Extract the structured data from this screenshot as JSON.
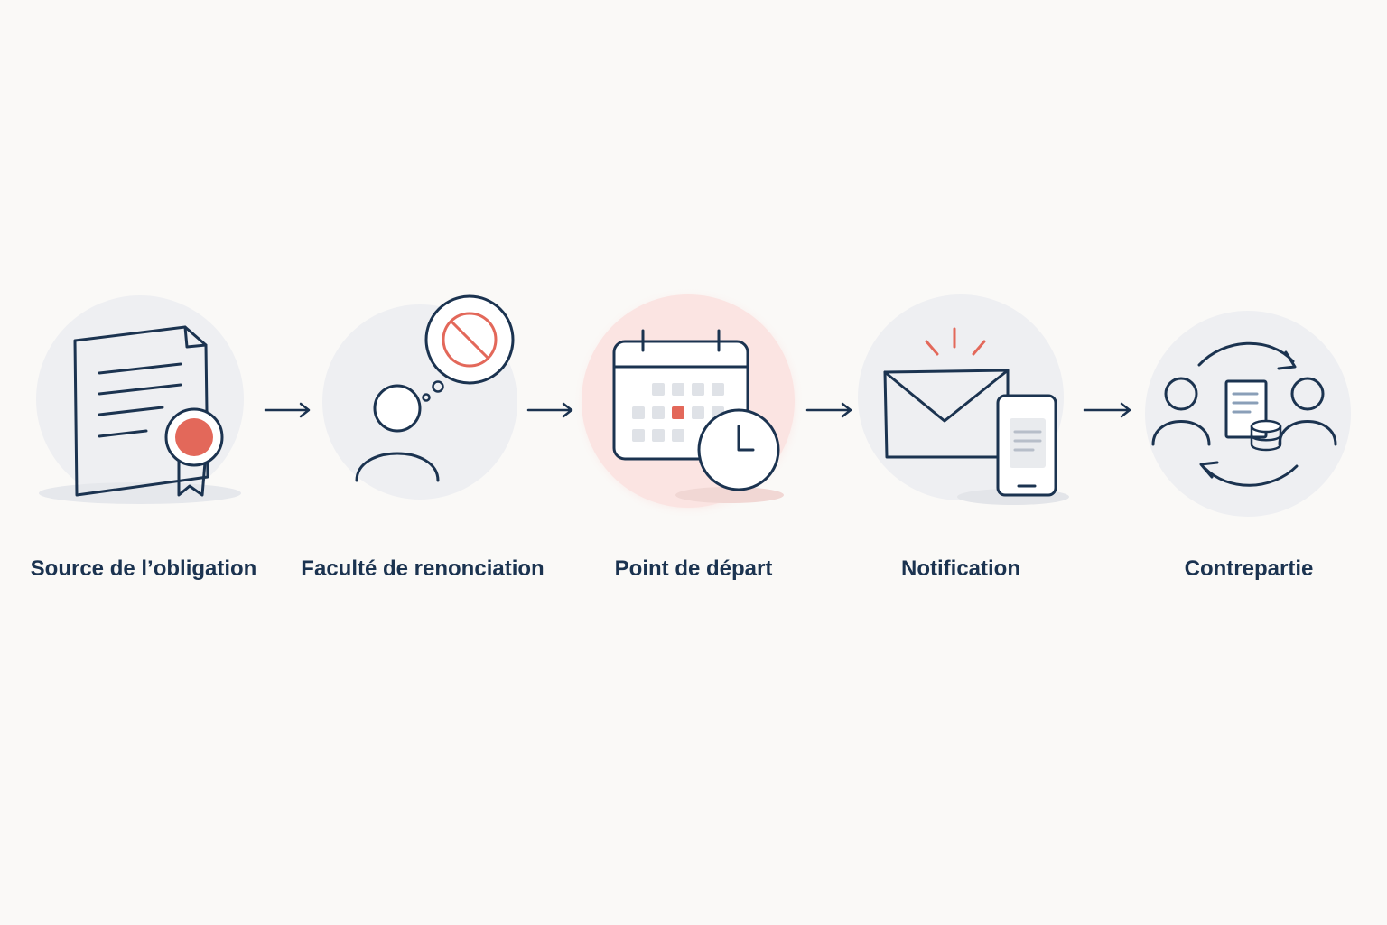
{
  "diagram": {
    "steps": [
      {
        "id": "source",
        "label": "Source de l’obligation",
        "icon": "certificate-document-icon"
      },
      {
        "id": "renonciation",
        "label": "Faculté de renonciation",
        "icon": "person-thought-prohibited-icon"
      },
      {
        "id": "depart",
        "label": "Point de départ",
        "icon": "calendar-clock-icon",
        "highlighted": true
      },
      {
        "id": "notification",
        "label": "Notification",
        "icon": "envelope-phone-icon"
      },
      {
        "id": "contrepartie",
        "label": "Contrepartie",
        "icon": "exchange-people-icon"
      }
    ],
    "arrow_icon": "arrow-right-icon",
    "colors": {
      "background": "#faf9f7",
      "line": "#1b3350",
      "accent": "#e3685a",
      "circle": "#eeeff2",
      "circle_highlight": "#fbe3e1"
    }
  }
}
